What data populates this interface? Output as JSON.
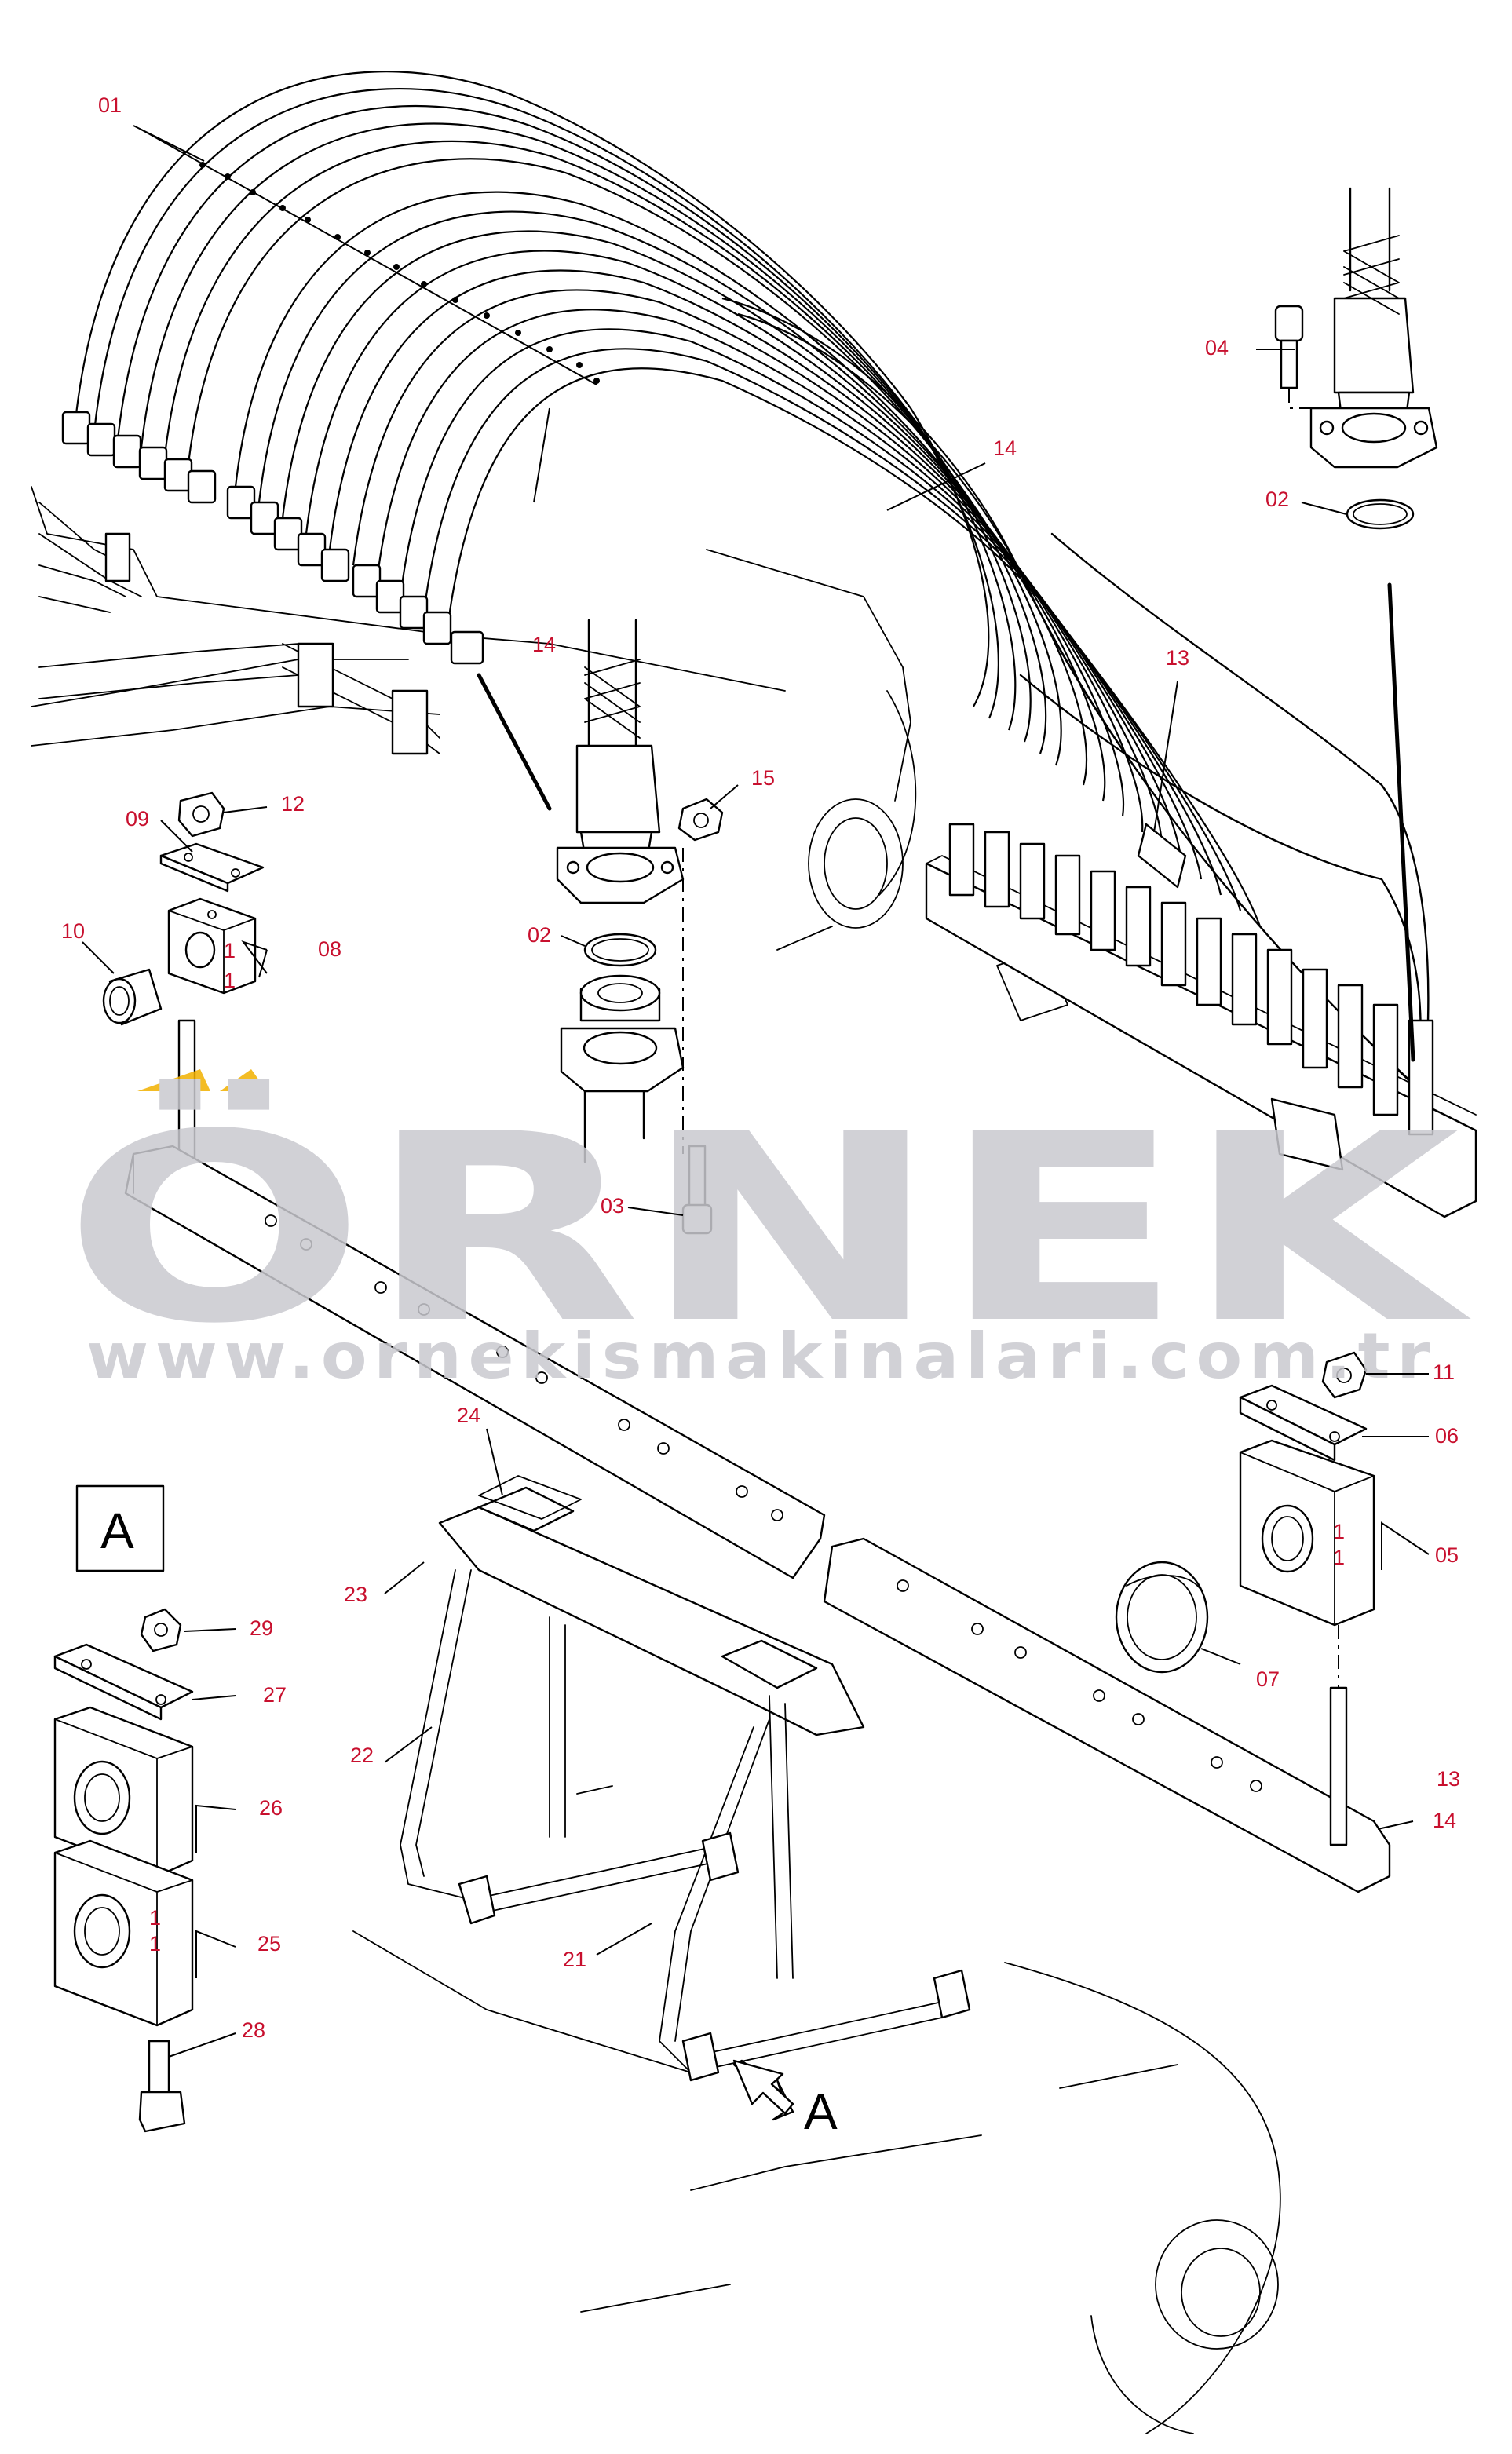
{
  "watermark": {
    "brand": "ÖRNEK",
    "url": "www.ornekismakinalari.com.tr",
    "accent_color": "#f2b100",
    "text_color": "#c9c9cf"
  },
  "view_labels": {
    "boxed": "A",
    "arrow": "A"
  },
  "callout_color": "#c8102e",
  "callouts": {
    "c01": "01",
    "c02a": "02",
    "c02b": "02",
    "c03": "03",
    "c04": "04",
    "c05": "05",
    "c06": "06",
    "c07": "07",
    "c08": "08",
    "c09": "09",
    "c10": "10",
    "c11": "11",
    "c12": "12",
    "c13a": "13",
    "c13b": "13",
    "c14a": "14",
    "c14b": "14",
    "c14c": "14",
    "c15": "15",
    "c21": "21",
    "c22": "22",
    "c23": "23",
    "c24": "24",
    "c25": "25",
    "c26": "26",
    "c27": "27",
    "c28": "28",
    "c29": "29"
  },
  "quantities": {
    "q08a": "1",
    "q08b": "1",
    "q05a": "1",
    "q05b": "1",
    "q25a": "1",
    "q25b": "1"
  }
}
